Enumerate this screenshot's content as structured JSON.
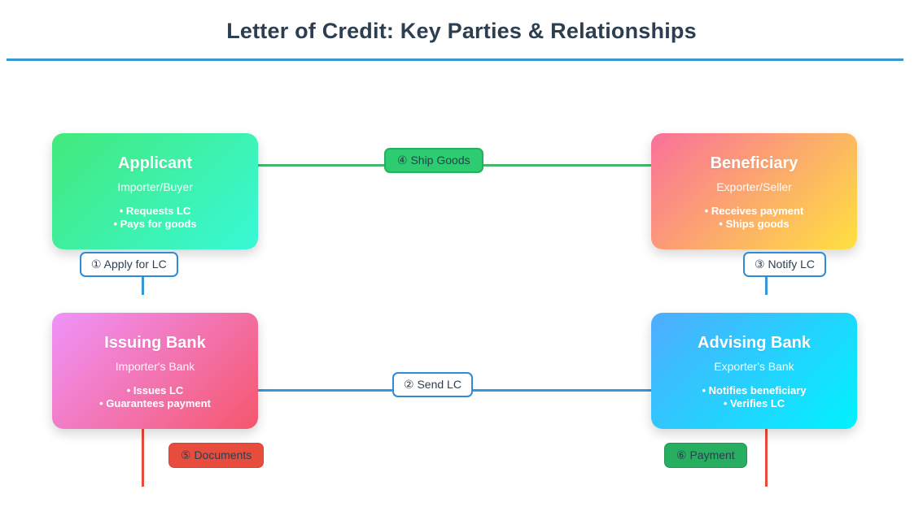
{
  "title": "Letter of Credit: Key Parties & Relationships",
  "colors": {
    "title_text": "#2c3e50",
    "divider_blue": "#3a96d2",
    "connector_blue": "#3498db",
    "connector_green": "#45b86b",
    "connector_red": "#e74c3c",
    "ship_badge_bg": "#2ecc71",
    "documents_badge_bg": "#e74c3c",
    "payment_badge_bg": "#27ae60",
    "label_border_blue": "#2f8bd6"
  },
  "nodes": [
    {
      "title": "Applicant",
      "subtitle": "Importer/Buyer",
      "bullets": [
        "• Requests LC",
        "• Pays for goods"
      ],
      "gradient_start": "#43e97b",
      "gradient_end": "#38f9d7"
    },
    {
      "title": "Beneficiary",
      "subtitle": "Exporter/Seller",
      "bullets": [
        "• Receives payment",
        "• Ships goods"
      ],
      "gradient_start": "#fa709a",
      "gradient_end": "#fee140"
    },
    {
      "title": "Issuing Bank",
      "subtitle": "Importer's Bank",
      "bullets": [
        "• Issues LC",
        "• Guarantees payment"
      ],
      "gradient_start": "#f093fb",
      "gradient_end": "#f5576c"
    },
    {
      "title": "Advising Bank",
      "subtitle": "Exporter's Bank",
      "bullets": [
        "• Notifies beneficiary",
        "• Verifies LC"
      ],
      "gradient_start": "#4facfe",
      "gradient_end": "#00f2fe"
    }
  ],
  "steps": {
    "apply": "① Apply for LC",
    "send": "② Send LC",
    "notify": "③ Notify LC",
    "ship": "④ Ship Goods",
    "documents": "⑤ Documents",
    "payment": "⑥ Payment"
  }
}
